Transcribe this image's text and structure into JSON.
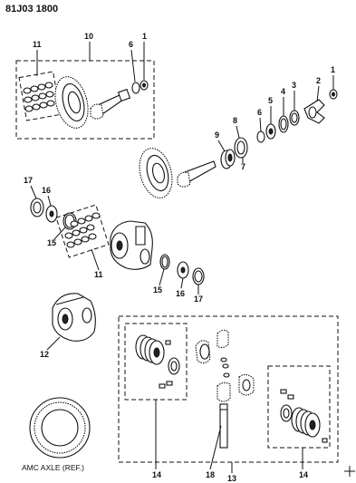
{
  "header": {
    "code": "81J03 1800"
  },
  "callouts": {
    "c1a": "1",
    "c1b": "1",
    "c2": "2",
    "c3": "3",
    "c4": "4",
    "c5": "5",
    "c6a": "6",
    "c6b": "6",
    "c7": "7",
    "c8": "8",
    "c9": "9",
    "c10": "10",
    "c11a": "11",
    "c11b": "11",
    "c12": "12",
    "c13": "13",
    "c14a": "14",
    "c14b": "14",
    "c15a": "15",
    "c15b": "15",
    "c16a": "16",
    "c16b": "16",
    "c17a": "17",
    "c17b": "17",
    "c18": "18"
  },
  "reference": {
    "label": "AMC AXLE (REF.)"
  }
}
